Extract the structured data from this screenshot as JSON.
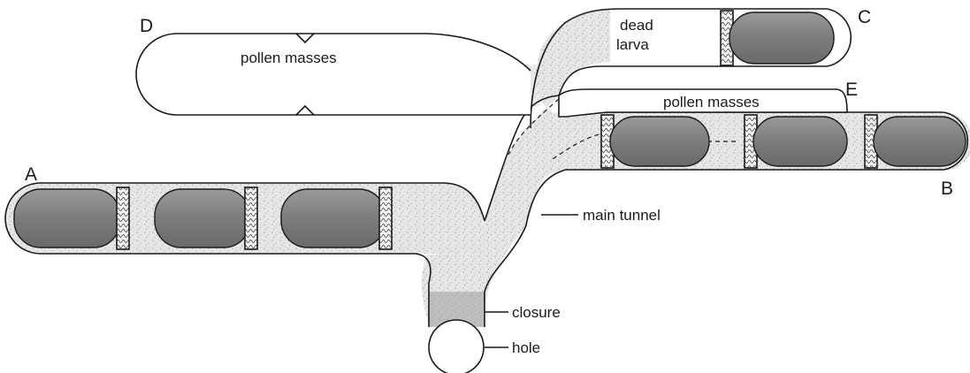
{
  "labels": {
    "A": "A",
    "B": "B",
    "C": "C",
    "D": "D",
    "E": "E",
    "pollen_masses_upper": "pollen masses",
    "pollen_masses_right": "pollen masses",
    "dead_larva_line1": "dead",
    "dead_larva_line2": "larva",
    "main_tunnel": "main tunnel",
    "closure": "closure",
    "hole": "hole"
  },
  "colors": {
    "cell_fill": "#8a8a8a",
    "tunnel_fill": "#e4e4e4",
    "outline": "#1a1a1a"
  }
}
